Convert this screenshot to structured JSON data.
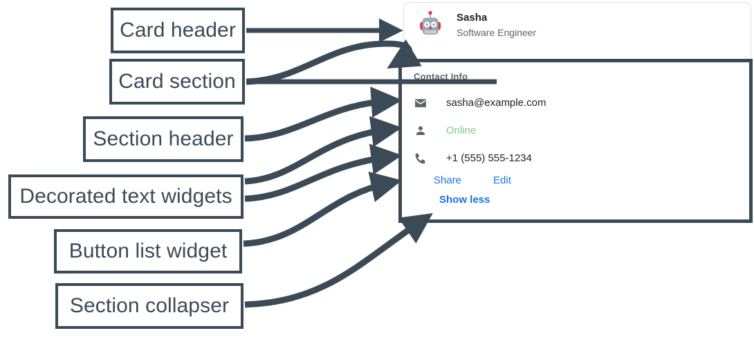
{
  "annotations": [
    {
      "id": "card-header",
      "label": "Card header"
    },
    {
      "id": "card-section",
      "label": "Card section"
    },
    {
      "id": "section-header",
      "label": "Section header"
    },
    {
      "id": "decorated-text",
      "label": "Decorated text widgets"
    },
    {
      "id": "button-list",
      "label": "Button list widget"
    },
    {
      "id": "section-collapser",
      "label": "Section collapser"
    }
  ],
  "card": {
    "header": {
      "avatar_icon": "robot-avatar-icon",
      "title": "Sasha",
      "subtitle": "Software Engineer"
    },
    "section": {
      "header": "Contact Info",
      "rows": [
        {
          "icon": "email-icon",
          "text": "sasha@example.com",
          "status": false
        },
        {
          "icon": "person-icon",
          "text": "Online",
          "status": true
        },
        {
          "icon": "phone-icon",
          "text": "+1 (555) 555-1234",
          "status": false
        }
      ],
      "buttons": [
        {
          "label": "Share"
        },
        {
          "label": "Edit"
        }
      ],
      "collapser": {
        "label": "Show less"
      }
    }
  },
  "colors": {
    "annotation_stroke": "#3b4a57",
    "link_blue": "#1a73e8",
    "status_green": "#81c995",
    "icon_grey": "#5f6368",
    "text_primary": "#202124",
    "card_border": "#dcdfe3"
  }
}
